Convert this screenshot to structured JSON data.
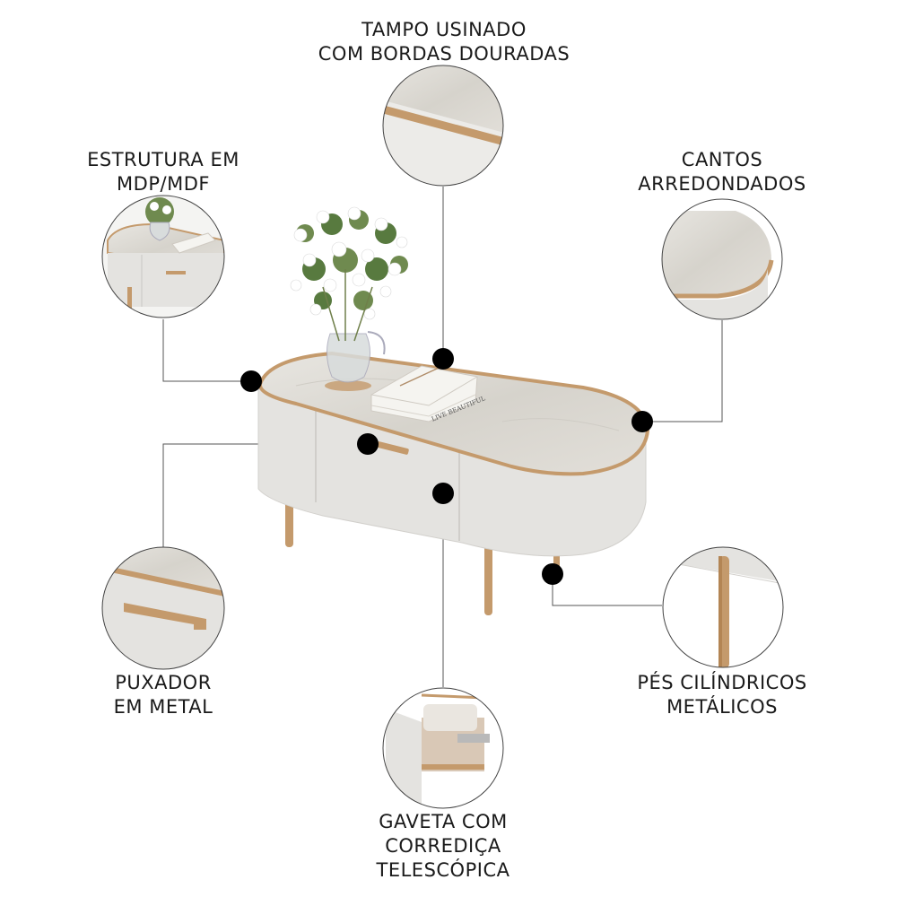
{
  "callouts": {
    "tampo": {
      "lines": [
        "TAMPO USINADO",
        "COM BORDAS DOURADAS"
      ]
    },
    "estrutura": {
      "lines": [
        "ESTRUTURA EM",
        "MDP/MDF"
      ]
    },
    "cantos": {
      "lines": [
        "CANTOS",
        "ARREDONDADOS"
      ]
    },
    "puxador": {
      "lines": [
        "PUXADOR",
        "EM METAL"
      ]
    },
    "pes": {
      "lines": [
        "PÉS CILÍNDRICOS",
        "METÁLICOS"
      ]
    },
    "gaveta": {
      "lines": [
        "GAVETA COM",
        "CORREDIÇA",
        "TELESCÓPICA"
      ]
    }
  },
  "product": {
    "book_title": "LIVE BEAUTIFUL"
  },
  "colors": {
    "furniture_body": "#e4e3e0",
    "marble_top": "#dcdad4",
    "gold_trim": "#c49a6c",
    "dot": "#000000",
    "leader_line": "#555555"
  }
}
